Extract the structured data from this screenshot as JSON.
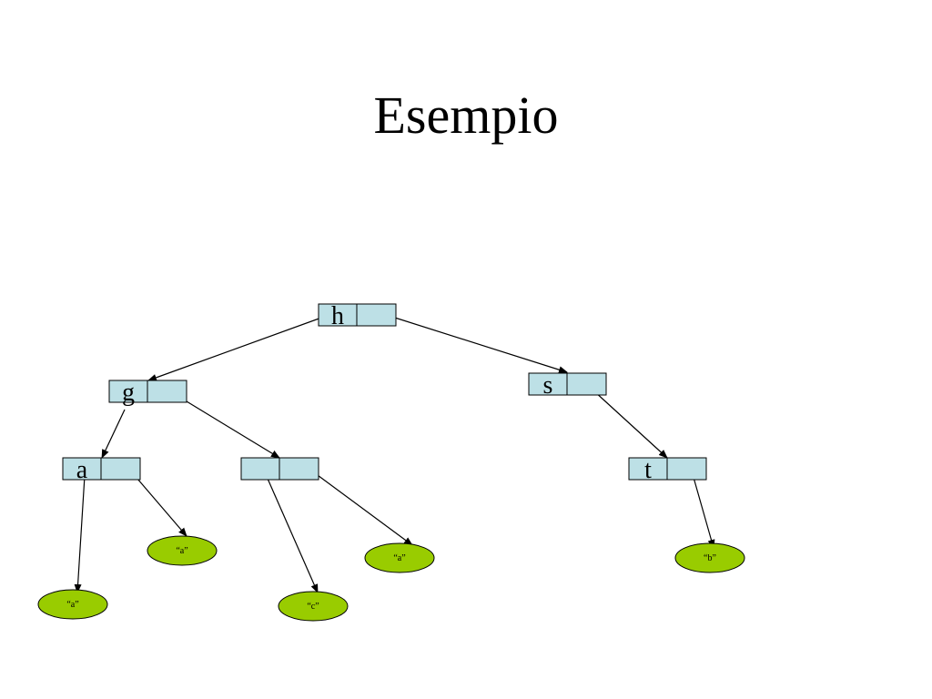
{
  "slide": {
    "title": "Esempio"
  },
  "colors": {
    "node_fill": "#bde0e6",
    "leaf_fill": "#99cc00",
    "stroke": "#000000"
  },
  "nodes": [
    {
      "id": "h",
      "label": "h"
    },
    {
      "id": "g",
      "label": "g"
    },
    {
      "id": "s",
      "label": "s"
    },
    {
      "id": "a",
      "label": "a"
    },
    {
      "id": "m",
      "label": ""
    },
    {
      "id": "t",
      "label": "t"
    }
  ],
  "leaves": [
    {
      "id": "leaf-a-1",
      "label": "“a”"
    },
    {
      "id": "leaf-a-2",
      "label": "“a”"
    },
    {
      "id": "leaf-c",
      "label": "“c”"
    },
    {
      "id": "leaf-a-3",
      "label": "“a”"
    },
    {
      "id": "leaf-b",
      "label": "“b”"
    }
  ],
  "edges": [
    {
      "from": "h",
      "to": "g"
    },
    {
      "from": "h",
      "to": "s"
    },
    {
      "from": "g",
      "to": "a"
    },
    {
      "from": "g",
      "to": "m"
    },
    {
      "from": "s",
      "to": "t"
    },
    {
      "from": "a",
      "to": "leaf-a-1"
    },
    {
      "from": "a",
      "to": "leaf-a-2"
    },
    {
      "from": "m",
      "to": "leaf-c"
    },
    {
      "from": "m",
      "to": "leaf-a-3"
    },
    {
      "from": "t",
      "to": "leaf-b"
    }
  ]
}
